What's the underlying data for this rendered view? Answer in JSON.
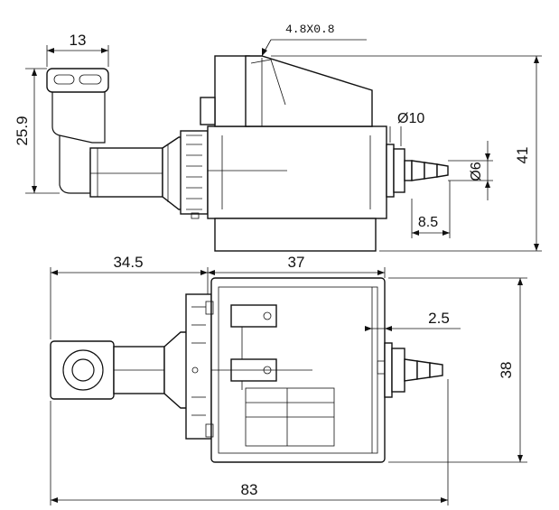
{
  "drawing": {
    "top_view": {
      "dims": {
        "connector_width": "13",
        "connector_height": "25.9",
        "terminal_spec": "4.8X0.8",
        "outlet_diameter": "Ø10",
        "hose_diameter": "Ø6",
        "outlet_length": "8.5",
        "overall_height": "41"
      }
    },
    "bottom_view": {
      "dims": {
        "inlet_length": "34.5",
        "body_length": "37",
        "offset": "2.5",
        "body_height": "38",
        "overall_length": "83"
      }
    }
  }
}
